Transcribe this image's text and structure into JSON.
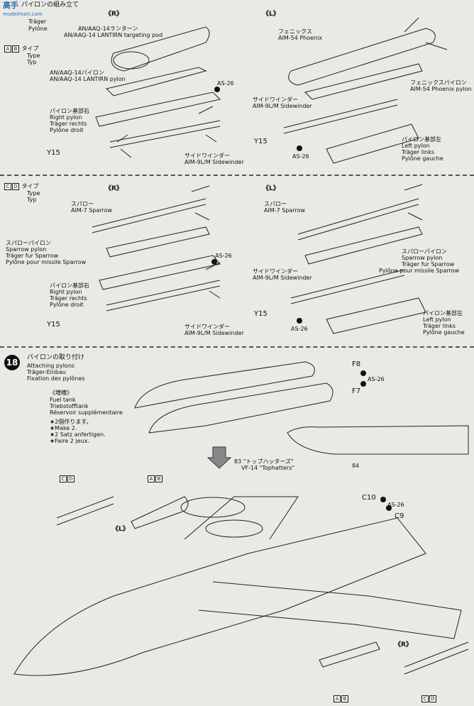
{
  "header": {
    "watermark": "高手",
    "title": "パイロンの組み立て",
    "sub1": "Träger",
    "sub2": "Pylône",
    "logo_site": "modelmart.com"
  },
  "a_b": {
    "boxA": "A",
    "boxB": "B",
    "type_jp": "タイプ",
    "type_en": "Type",
    "type_de": "Typ"
  },
  "c_d": {
    "boxC": "C",
    "boxD": "D",
    "type_jp": "タイプ",
    "type_en": "Type",
    "type_de": "Typ"
  },
  "ab_right": {
    "side": "《R》",
    "pod_jp": "AN/AAQ-14ランターン",
    "pod_en": "AN/AAQ-14 LANTIRN targeting pod",
    "pylon_jp": "AN/AAQ-14パイロン",
    "pylon_en": "AN/AAQ-14 LANTIRN pylon",
    "base_jp": "パイロン基部右",
    "base_en": "Right pylon",
    "base_de": "Träger rechts",
    "base_fr": "Pylône droit",
    "sw_jp": "サイドワインダー",
    "sw_en": "AIM-9L/M Sidewinder",
    "as": "AS-26",
    "y15": "Y15"
  },
  "ab_left": {
    "side": "《L》",
    "ph_jp": "フェニックス",
    "ph_en": "AIM-54 Phoenix",
    "php_jp": "フェニックスパイロン",
    "php_en": "AIM-54 Phoenix pylon",
    "sw_jp": "サイドワインダー",
    "sw_en": "AIM-9L/M Sidewinder",
    "base_jp": "パイロン基部左",
    "base_en": "Left pylon",
    "base_de": "Träger links",
    "base_fr": "Pylône gauche",
    "y15": "Y15",
    "as": "AS-26"
  },
  "cd_right": {
    "side": "《R》",
    "sp_jp": "スパロー",
    "sp_en": "AIM-7 Sparrow",
    "spp_jp": "スパローパイロン",
    "spp_en": "Sparrow pylon",
    "spp_de": "Träger fur Sparrow",
    "spp_fr": "Pylône pour missile Sparrow",
    "base_jp": "パイロン基部右",
    "base_en": "Right pylon",
    "base_de": "Träger rechts",
    "base_fr": "Pylône droit",
    "sw_jp": "サイドワインダー",
    "sw_en": "AIM-9L/M Sidewinder",
    "as": "AS-26",
    "y15": "Y15"
  },
  "cd_left": {
    "side": "《L》",
    "sp_jp": "スパロー",
    "sp_en": "AIM-7 Sparrow",
    "sw_jp": "サイドワインダー",
    "sw_en": "AIM-9L/M Sidewinder",
    "spp_jp": "スパローパイロン",
    "spp_en": "Sparrow pylon",
    "spp_de": "Träger fur Sparrow",
    "spp_fr": "Pylône pour missile Sparrow",
    "base_jp": "パイロン基部左",
    "base_en": "Left pylon",
    "base_de": "Träger links",
    "base_fr": "Pylône gauche",
    "y15": "Y15",
    "as": "AS-26"
  },
  "step18": {
    "num": "18",
    "title_jp": "パイロンの取り付け",
    "title_en": "Attaching pylons",
    "title_de": "Träger-Einbau",
    "title_fr": "Fixation des pylônes",
    "fuel_jp": "《増槽》",
    "fuel_en": "Fuel tank",
    "fuel_de": "Triebstofftank",
    "fuel_fr": "Réservoir supplémentaire",
    "make_jp": "★2個作ります。",
    "make_en": "★Make 2.",
    "make_de": "★2 Satz anfertigen.",
    "make_fr": "★Faire 2 jeux.",
    "f8": "F8",
    "f7": "F7",
    "as": "AS-26",
    "c10": "C10",
    "c9": "C9",
    "decal_a": "83",
    "decal_b": "84",
    "decal_jp": "\"トップハッターズ\"",
    "decal_en": "VF-14 \"Tophatters\"",
    "left": "《L》",
    "right": "《R》",
    "boxA": "A",
    "boxB": "B",
    "boxC": "C",
    "boxD": "D"
  }
}
